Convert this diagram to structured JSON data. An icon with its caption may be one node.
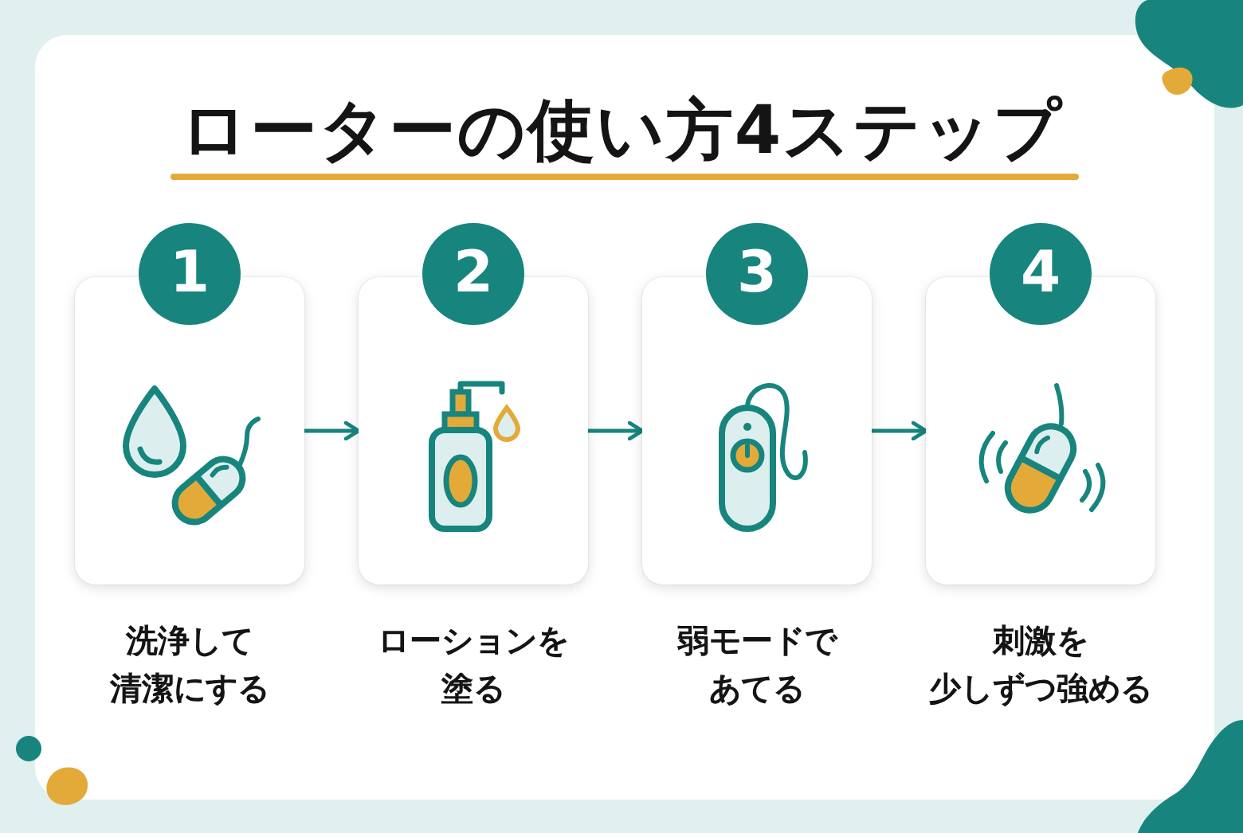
{
  "diagram": {
    "title": "ローターの使い方4ステップ",
    "nodes": [
      {
        "text": [
          "1",
          "洗浄して清潔にする"
        ]
      },
      {
        "text": [
          "2",
          "ローションを塗る"
        ]
      },
      {
        "text": [
          "3",
          "弱モードであてる"
        ]
      },
      {
        "text": [
          "4",
          "刺激を少しずつ強める"
        ]
      }
    ],
    "edges": [
      {
        "from": 0,
        "to": 1,
        "arrow": "to"
      },
      {
        "from": 1,
        "to": 2,
        "arrow": "to"
      },
      {
        "from": 2,
        "to": 3,
        "arrow": "to"
      }
    ]
  }
}
